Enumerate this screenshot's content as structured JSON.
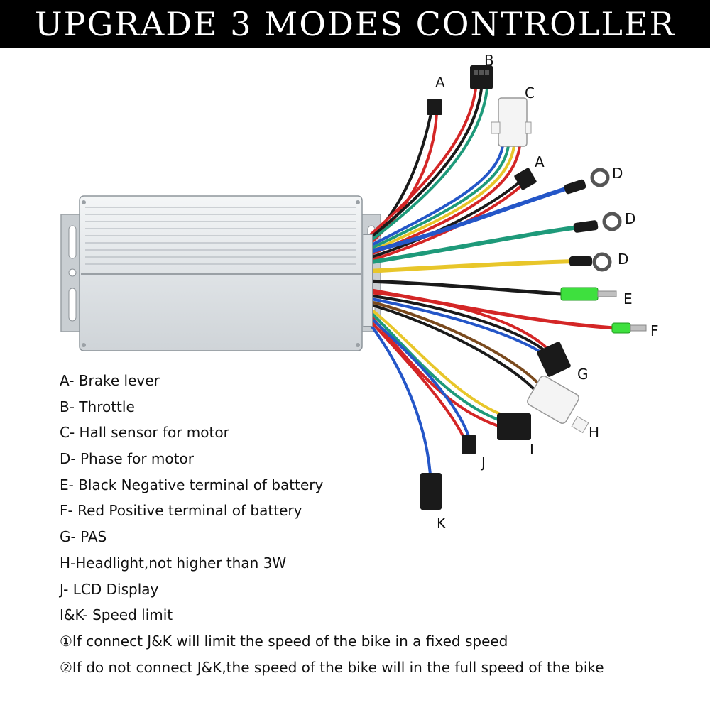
{
  "header": {
    "title": "UPGRADE 3 MODES CONTROLLER"
  },
  "callouts": {
    "a_top": "A",
    "b": "B",
    "c": "C",
    "a_right": "A",
    "d1": "D",
    "d2": "D",
    "d3": "D",
    "e": "E",
    "f": "F",
    "g": "G",
    "h": "H",
    "i": "I",
    "j": "J",
    "k": "K"
  },
  "legend": [
    "A- Brake lever",
    "B- Throttle",
    "C- Hall sensor for motor",
    "D- Phase for motor",
    "E- Black Negative terminal of battery",
    "F-  Red Positive terminal of battery",
    "G- PAS",
    "H-Headlight,not higher than 3W",
    "J- LCD Display",
    "I&K- Speed limit",
    "①If connect J&K will limit the speed of the bike in a fixed speed",
    "②If do not connect J&K,the speed of the bike will in the full speed of the bike"
  ],
  "colors": {
    "banner": "#000000",
    "banner_text": "#ffffff",
    "wire_red": "#d42626",
    "wire_black": "#1a1a1a",
    "wire_blue": "#2456c8",
    "wire_green": "#1e9a7a",
    "wire_yellow": "#e8c62a",
    "wire_brown": "#7a4a1e",
    "shrink_green": "#3ee03e",
    "controller_body": "#e6e9ec"
  }
}
